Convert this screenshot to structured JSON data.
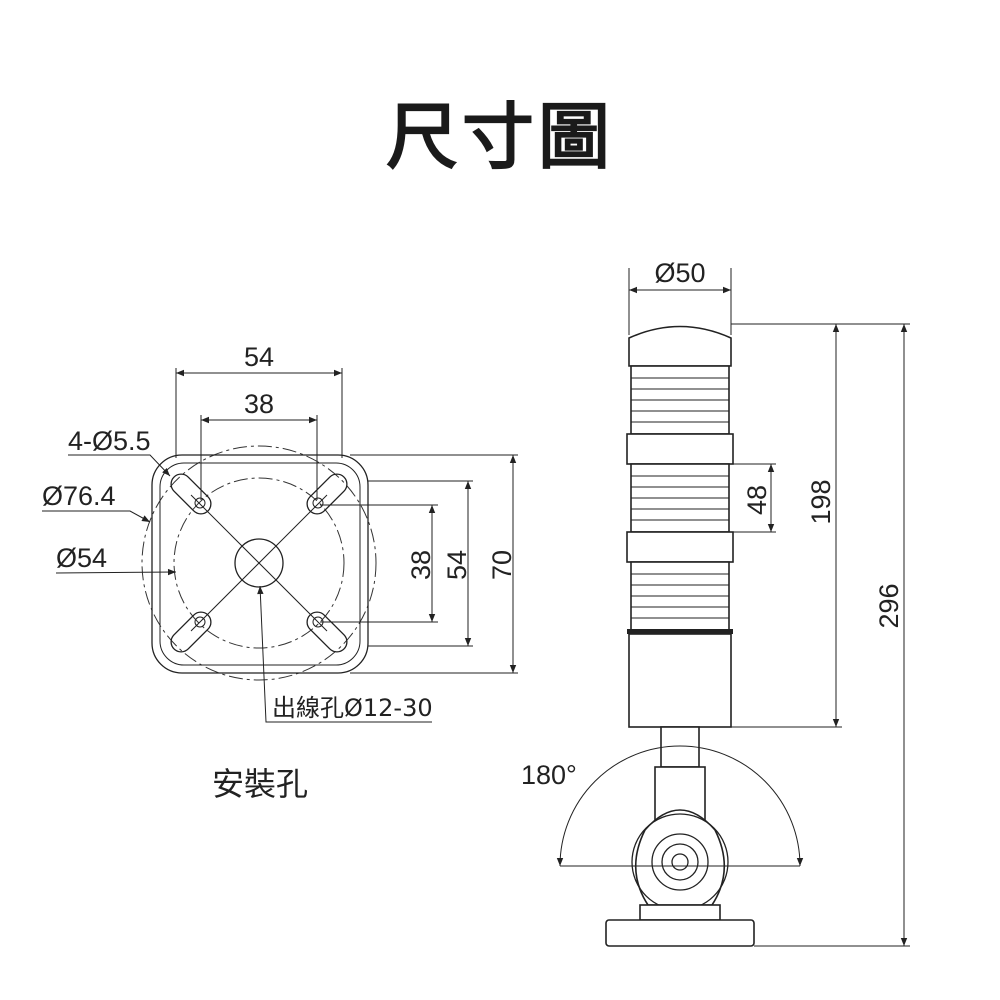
{
  "title": "尺寸圖",
  "mounting_view": {
    "caption": "安裝孔",
    "hole_spacing_outer": "54",
    "hole_spacing_inner": "38",
    "hole_spec": "4-Ø5.5",
    "outer_diameter": "Ø76.4",
    "inner_diameter": "Ø54",
    "vertical_inner": "38",
    "vertical_outer": "54",
    "vertical_total": "70",
    "cable_hole": "出線孔Ø12-30"
  },
  "side_view": {
    "diameter": "Ø50",
    "tier_height": "48",
    "body_height": "198",
    "total_height": "296",
    "rotation": "180°"
  }
}
